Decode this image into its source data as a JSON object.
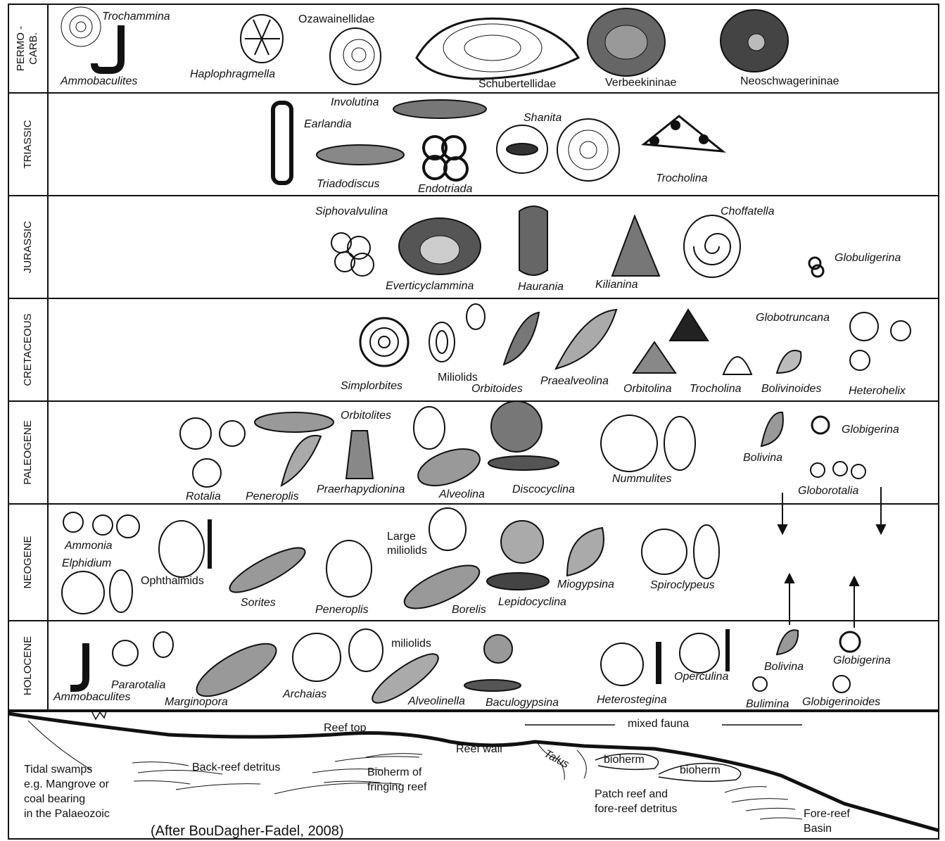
{
  "periods": [
    {
      "id": "permo",
      "line1": "PERMO -",
      "line2": "CARB."
    },
    {
      "id": "triassic",
      "line1": "TRIASSIC"
    },
    {
      "id": "jurassic",
      "line1": "JURASSIC"
    },
    {
      "id": "cretaceous",
      "line1": "CRETACEOUS"
    },
    {
      "id": "paleogene",
      "line1": "PALEOGENE"
    },
    {
      "id": "neogene",
      "line1": "NEOGENE"
    },
    {
      "id": "holocene",
      "line1": "HOLOCENE"
    }
  ],
  "taxa": {
    "permo": [
      "Trochammina",
      "Ammobaculites",
      "Haplophragmella",
      "Ozawainellidae",
      "Schubertellidae",
      "Verbeekininae",
      "Neoschwagerininae"
    ],
    "triassic": [
      "Involutina",
      "Earlandia",
      "Shanita",
      "Triadodiscus",
      "Endotriada",
      "Trocholina"
    ],
    "jurassic": [
      "Siphovalvulina",
      "Choffatella",
      "Everticyclammina",
      "Haurania",
      "Kilianina",
      "Globuligerina"
    ],
    "cretaceous": [
      "Globotruncana",
      "Simplorbites",
      "Miliolids",
      "Orbitoides",
      "Praealveolina",
      "Orbitolina",
      "Trocholina",
      "Bolivinoides",
      "Heterohelix"
    ],
    "paleogene": [
      "Orbitolites",
      "Globigerina",
      "Bolivina",
      "Rotalia",
      "Peneroplis",
      "Praerhapydionina",
      "Alveolina",
      "Discocyclina",
      "Nummulites",
      "Globorotalia"
    ],
    "neogene": [
      "Ammonia",
      "Elphidium",
      "Ophthalmids",
      "Large",
      "miliolids",
      "Sorites",
      "Peneroplis",
      "Borelis",
      "Lepidocyclina",
      "Miogypsina",
      "Spiroclypeus"
    ],
    "holocene": [
      "miliolids",
      "Pararotalia",
      "Ammobaculites",
      "Marginopora",
      "Archaias",
      "Alveolinella",
      "Baculogypsina",
      "Heterostegina",
      "Operculina",
      "Bolivina",
      "Globigerina",
      "Bulimina",
      "Globigerinoides"
    ]
  },
  "environment": {
    "reef_top": "Reef top",
    "mixed_fauna": "mixed fauna",
    "reef_wall": "Reef wall",
    "talus": "Talus",
    "bioherm": "bioherm",
    "back_reef": "Back-reef detritus",
    "bioherm_fringing_1": "Bioherm of",
    "bioherm_fringing_2": "fringing reef",
    "tidal_1": "Tidal swamps",
    "tidal_2": "e.g. Mangrove or",
    "tidal_3": "coal bearing",
    "tidal_4": "in the Palaeozoic",
    "patch_1": "Patch reef and",
    "patch_2": "fore-reef detritus",
    "fore_1": "Fore-reef",
    "fore_2": "Basin"
  },
  "citation": "(After BouDagher-Fadel, 2008)"
}
